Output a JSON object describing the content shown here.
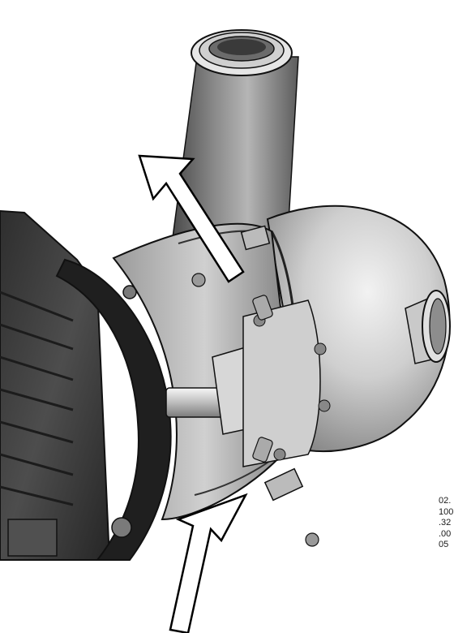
{
  "figure": {
    "subject": "centrifugal pump with electric motor, guard cover opened",
    "view": "exploded perspective line drawing",
    "colors": {
      "steel_light": "#d9d9d9",
      "steel_mid": "#a8a8a8",
      "steel_dark": "#5a5a5a",
      "motor_dark": "#3a3a3a",
      "outline": "#111111",
      "arrow_fill": "#ffffff"
    },
    "arrows": [
      {
        "id": "outlet-arrow",
        "direction": "up-left"
      },
      {
        "id": "inlet-arrow",
        "direction": "up-right"
      }
    ]
  },
  "side_labels": [
    "02.",
    "100",
    ".32",
    ".00",
    "05"
  ]
}
